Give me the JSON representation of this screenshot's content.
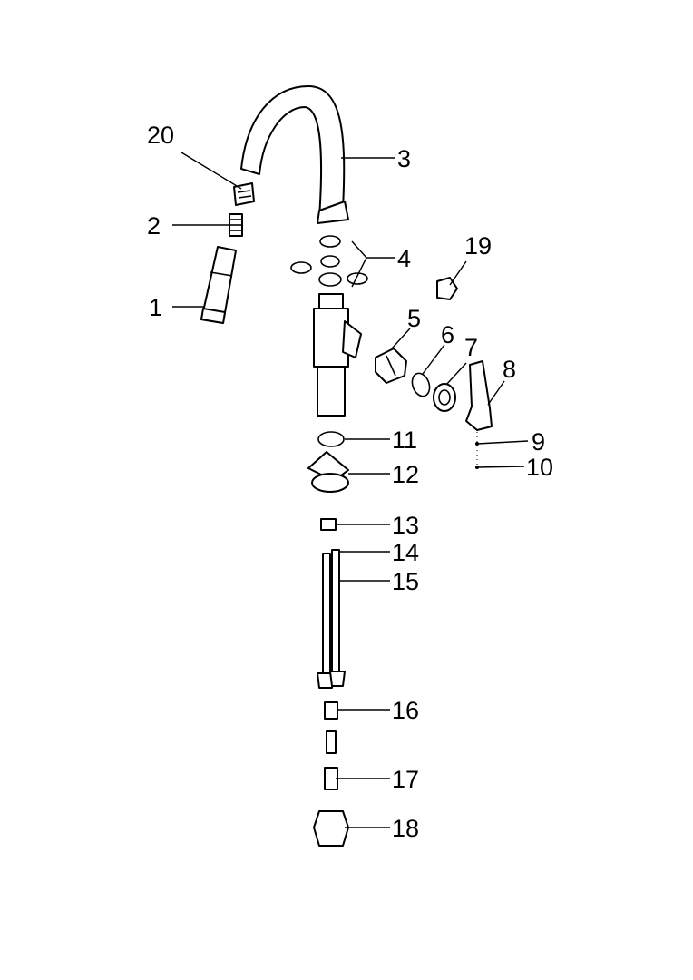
{
  "diagram": {
    "type": "exploded-parts-view",
    "callouts": [
      {
        "id": "p1",
        "label": "1"
      },
      {
        "id": "p2",
        "label": "2"
      },
      {
        "id": "p3",
        "label": "3"
      },
      {
        "id": "p4",
        "label": "4"
      },
      {
        "id": "p5",
        "label": "5"
      },
      {
        "id": "p6",
        "label": "6"
      },
      {
        "id": "p7",
        "label": "7"
      },
      {
        "id": "p8",
        "label": "8"
      },
      {
        "id": "p9",
        "label": "9"
      },
      {
        "id": "p10",
        "label": "10"
      },
      {
        "id": "p11",
        "label": "11"
      },
      {
        "id": "p12",
        "label": "12"
      },
      {
        "id": "p13",
        "label": "13"
      },
      {
        "id": "p14",
        "label": "14"
      },
      {
        "id": "p15",
        "label": "15"
      },
      {
        "id": "p16",
        "label": "16"
      },
      {
        "id": "p17",
        "label": "17"
      },
      {
        "id": "p18",
        "label": "18"
      },
      {
        "id": "p19",
        "label": "19"
      },
      {
        "id": "p20",
        "label": "20"
      }
    ]
  }
}
